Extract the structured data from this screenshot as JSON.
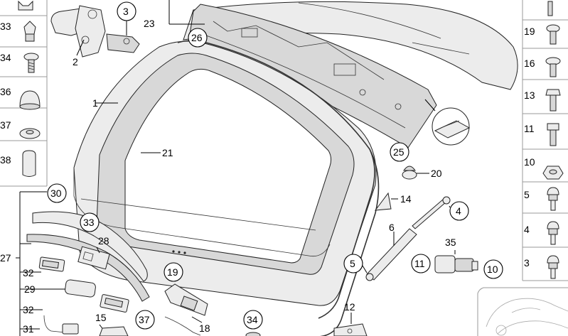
{
  "callouts": {
    "c1": "1",
    "c2": "2",
    "c3": "3",
    "c4": "4",
    "c5": "5",
    "c6": "6",
    "c10": "10",
    "c11": "11",
    "c12": "12",
    "c14": "14",
    "c15": "15",
    "c18": "18",
    "c19": "19",
    "c20": "20",
    "c21": "21",
    "c23": "23",
    "c25": "25",
    "c26": "26",
    "c27": "27",
    "c28": "28",
    "c29": "29",
    "c30": "30",
    "c31": "31",
    "c32a": "32",
    "c32b": "32",
    "c33": "33",
    "c34": "34",
    "c35": "35",
    "c37": "37",
    "c11b": "11",
    "c10b": "10"
  },
  "left_column": [
    "33",
    "34",
    "36",
    "37",
    "38"
  ],
  "right_column": [
    "19",
    "16",
    "13",
    "11",
    "10",
    "5",
    "4",
    "3"
  ]
}
